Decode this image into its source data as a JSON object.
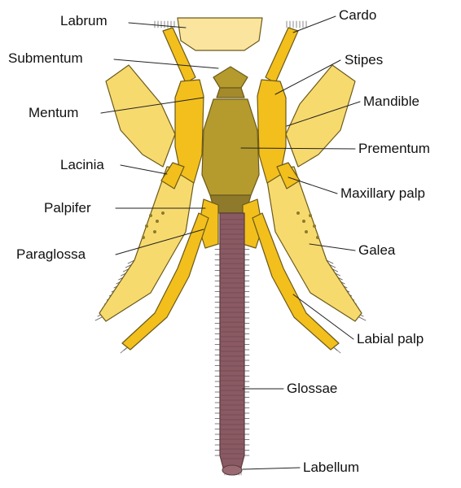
{
  "labels": {
    "labrum": "Labrum",
    "submentum": "Submentum",
    "mentum": "Mentum",
    "lacinia": "Lacinia",
    "palpifer": "Palpifer",
    "paraglossa": "Paraglossa",
    "cardo": "Cardo",
    "stipes": "Stipes",
    "mandible": "Mandible",
    "prementum": "Prementum",
    "maxillary_palp": "Maxillary palp",
    "galea": "Galea",
    "labial_palp": "Labial palp",
    "glossae": "Glossae",
    "labellum": "Labellum"
  },
  "colors": {
    "light_yellow": "#F7DA6E",
    "pale_yellow": "#FBE59E",
    "gold": "#F2BF1C",
    "olive": "#B59A2E",
    "olive_dark": "#8E7A2A",
    "glossa": "#8A5A63",
    "outline": "#6B5A1A",
    "leader": "#222222"
  }
}
